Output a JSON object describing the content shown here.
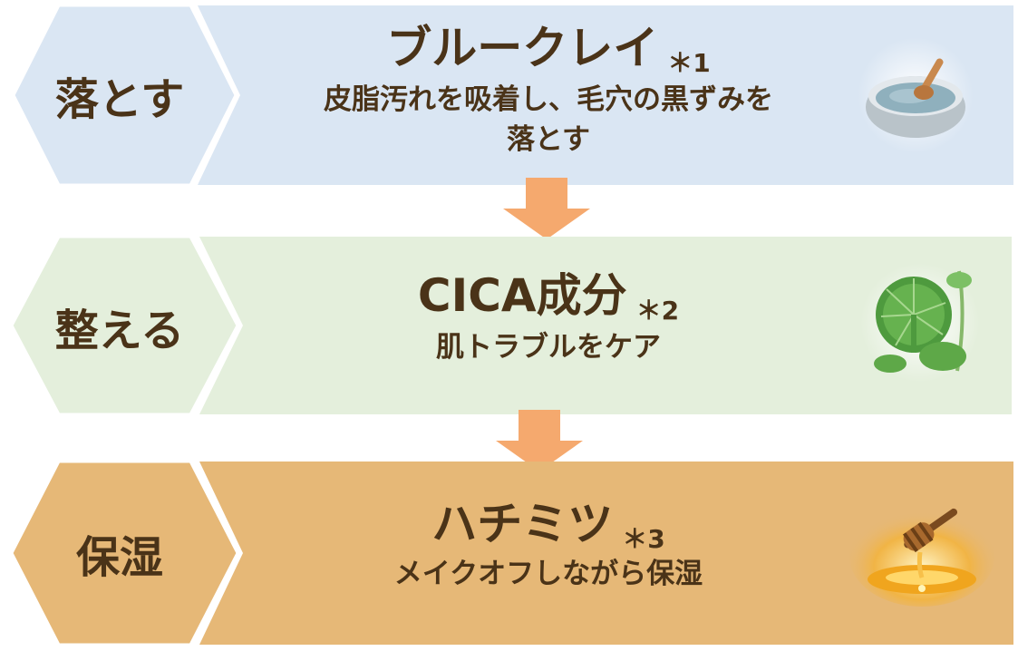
{
  "steps": [
    {
      "tag": "落とす",
      "title": "ブルークレイ",
      "note": "＊1",
      "desc_line1": "皮脂汚れを吸着し、毛穴の黒ずみを",
      "desc_line2": "落とす",
      "image_icon": "blue-clay-bowl-icon",
      "colors": {
        "tag": "#dae6f3",
        "band": "#dae6f3"
      }
    },
    {
      "tag": "整える",
      "title": "CICA成分",
      "note": "＊2",
      "desc_line1": "肌トラブルをケア",
      "image_icon": "centella-leaf-icon",
      "colors": {
        "tag": "#e4efdc",
        "band": "#e4efdc"
      }
    },
    {
      "tag": "保湿",
      "title": "ハチミツ",
      "note": "＊3",
      "desc_line1": "メイクオフしながら保湿",
      "image_icon": "honey-dipper-icon",
      "colors": {
        "tag": "#e6b877",
        "band": "#e6b877"
      }
    }
  ],
  "colors": {
    "text": "#4a3318",
    "arrow": "#f5a96e"
  }
}
